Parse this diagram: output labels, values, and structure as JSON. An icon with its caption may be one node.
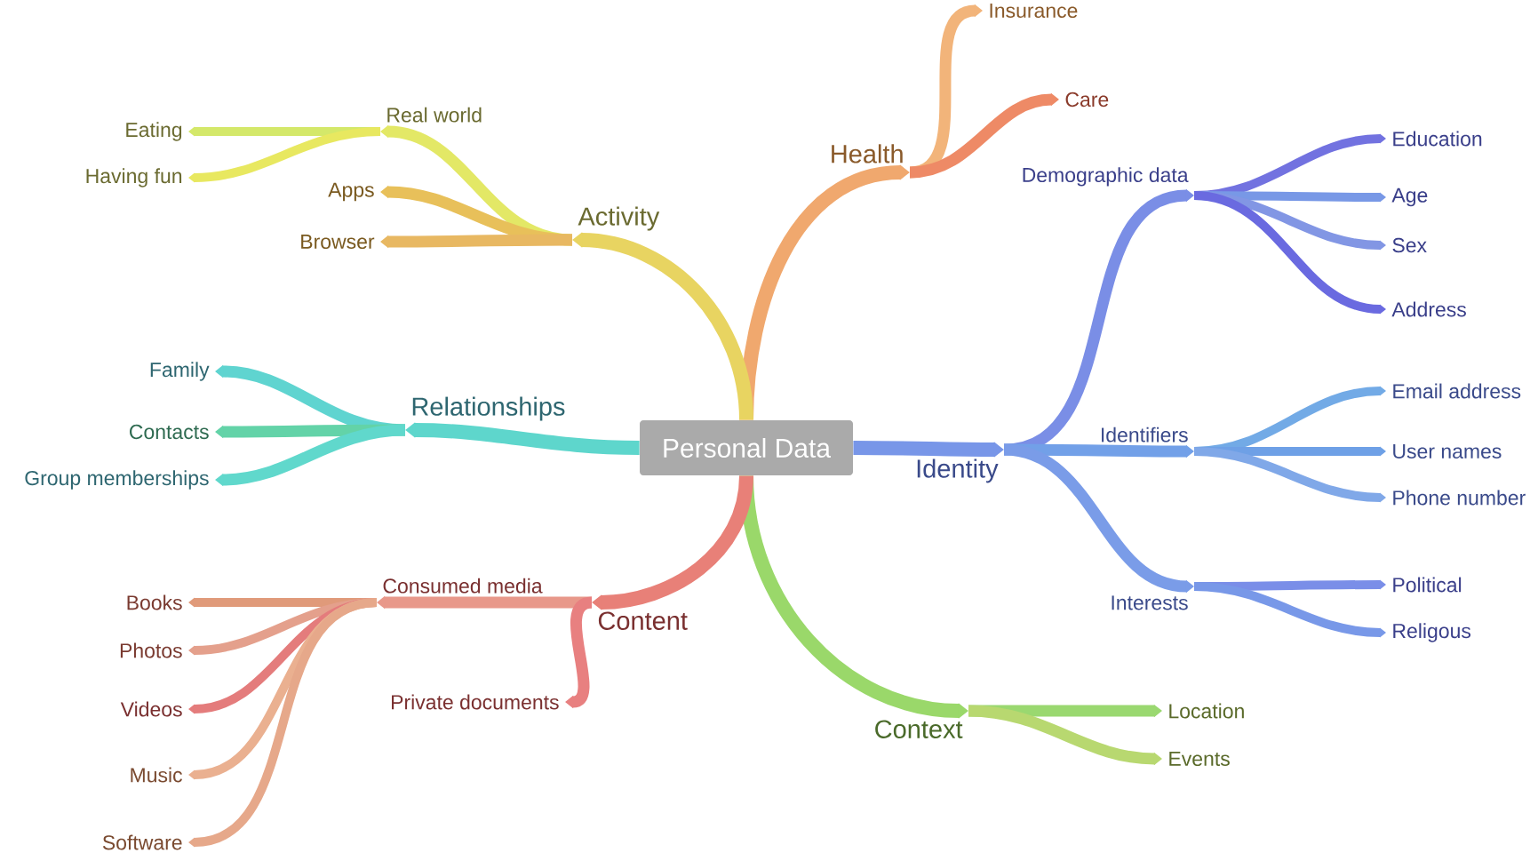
{
  "diagram": {
    "nodes": [
      {
        "text": [
          "Personal Data"
        ]
      },
      {
        "text": [
          "Health"
        ]
      },
      {
        "text": [
          "Insurance"
        ]
      },
      {
        "text": [
          "Care"
        ]
      },
      {
        "text": [
          "Identity"
        ]
      },
      {
        "text": [
          "Demographic data"
        ]
      },
      {
        "text": [
          "Education"
        ]
      },
      {
        "text": [
          "Age"
        ]
      },
      {
        "text": [
          "Sex"
        ]
      },
      {
        "text": [
          "Address"
        ]
      },
      {
        "text": [
          "Identifiers"
        ]
      },
      {
        "text": [
          "Email address"
        ]
      },
      {
        "text": [
          "User names"
        ]
      },
      {
        "text": [
          "Phone number"
        ]
      },
      {
        "text": [
          "Interests"
        ]
      },
      {
        "text": [
          "Political"
        ]
      },
      {
        "text": [
          "Religous"
        ]
      },
      {
        "text": [
          "Context"
        ]
      },
      {
        "text": [
          "Location"
        ]
      },
      {
        "text": [
          "Events"
        ]
      },
      {
        "text": [
          "Content"
        ]
      },
      {
        "text": [
          "Consumed media"
        ]
      },
      {
        "text": [
          "Books"
        ]
      },
      {
        "text": [
          "Photos"
        ]
      },
      {
        "text": [
          "Videos"
        ]
      },
      {
        "text": [
          "Music"
        ]
      },
      {
        "text": [
          "Software"
        ]
      },
      {
        "text": [
          "Private documents"
        ]
      },
      {
        "text": [
          "Relationships"
        ]
      },
      {
        "text": [
          "Family"
        ]
      },
      {
        "text": [
          "Contacts"
        ]
      },
      {
        "text": [
          "Group memberships"
        ]
      },
      {
        "text": [
          "Activity"
        ]
      },
      {
        "text": [
          "Real world"
        ]
      },
      {
        "text": [
          "Eating"
        ]
      },
      {
        "text": [
          "Having fun"
        ]
      },
      {
        "text": [
          "Apps"
        ]
      },
      {
        "text": [
          "Browser"
        ]
      }
    ],
    "edges": [
      {
        "from": 0,
        "to": 1,
        "arrow": "to",
        "color": "#f0a86e"
      },
      {
        "from": 1,
        "to": 2,
        "arrow": "to",
        "color": "#f2b47a"
      },
      {
        "from": 1,
        "to": 3,
        "arrow": "to",
        "color": "#ee8a66"
      },
      {
        "from": 0,
        "to": 4,
        "arrow": "to",
        "color": "#7896e8"
      },
      {
        "from": 4,
        "to": 5,
        "arrow": "to",
        "color": "#7a8ee6"
      },
      {
        "from": 5,
        "to": 6,
        "arrow": "to",
        "color": "#7272e0"
      },
      {
        "from": 5,
        "to": 7,
        "arrow": "to",
        "color": "#7898e6"
      },
      {
        "from": 5,
        "to": 8,
        "arrow": "to",
        "color": "#8296e4"
      },
      {
        "from": 5,
        "to": 9,
        "arrow": "to",
        "color": "#6a6ae0"
      },
      {
        "from": 4,
        "to": 10,
        "arrow": "to",
        "color": "#72a0e8"
      },
      {
        "from": 10,
        "to": 11,
        "arrow": "to",
        "color": "#72aae6"
      },
      {
        "from": 10,
        "to": 12,
        "arrow": "to",
        "color": "#6ea0e6"
      },
      {
        "from": 10,
        "to": 13,
        "arrow": "to",
        "color": "#80a8e8"
      },
      {
        "from": 4,
        "to": 14,
        "arrow": "to",
        "color": "#7a9ce8"
      },
      {
        "from": 14,
        "to": 15,
        "arrow": "to",
        "color": "#7a8ee8"
      },
      {
        "from": 14,
        "to": 16,
        "arrow": "to",
        "color": "#7898e8"
      },
      {
        "from": 0,
        "to": 17,
        "arrow": "to",
        "color": "#9ad86a"
      },
      {
        "from": 17,
        "to": 18,
        "arrow": "to",
        "color": "#9ad870"
      },
      {
        "from": 17,
        "to": 19,
        "arrow": "to",
        "color": "#b8d870"
      },
      {
        "from": 0,
        "to": 20,
        "arrow": "to",
        "color": "#e88078"
      },
      {
        "from": 20,
        "to": 21,
        "arrow": "to",
        "color": "#e8988a"
      },
      {
        "from": 21,
        "to": 22,
        "arrow": "to",
        "color": "#e09a7a"
      },
      {
        "from": 21,
        "to": 23,
        "arrow": "to",
        "color": "#e4a08c"
      },
      {
        "from": 21,
        "to": 24,
        "arrow": "to",
        "color": "#e47c7c"
      },
      {
        "from": 21,
        "to": 25,
        "arrow": "to",
        "color": "#eab090"
      },
      {
        "from": 21,
        "to": 26,
        "arrow": "to",
        "color": "#e6a88a"
      },
      {
        "from": 20,
        "to": 27,
        "arrow": "to",
        "color": "#e88080"
      },
      {
        "from": 0,
        "to": 28,
        "arrow": "to",
        "color": "#5ed6cc"
      },
      {
        "from": 28,
        "to": 29,
        "arrow": "to",
        "color": "#5fd4d0"
      },
      {
        "from": 28,
        "to": 30,
        "arrow": "to",
        "color": "#63d3a8"
      },
      {
        "from": 28,
        "to": 31,
        "arrow": "to",
        "color": "#60d8cc"
      },
      {
        "from": 0,
        "to": 32,
        "arrow": "to",
        "color": "#e8d461"
      },
      {
        "from": 32,
        "to": 33,
        "arrow": "to",
        "color": "#e3e866"
      },
      {
        "from": 33,
        "to": 34,
        "arrow": "to",
        "color": "#d4e86a"
      },
      {
        "from": 33,
        "to": 35,
        "arrow": "to",
        "color": "#e8e860"
      },
      {
        "from": 32,
        "to": 36,
        "arrow": "to",
        "color": "#e8c05a"
      },
      {
        "from": 32,
        "to": 37,
        "arrow": "to",
        "color": "#e8b862"
      }
    ]
  }
}
